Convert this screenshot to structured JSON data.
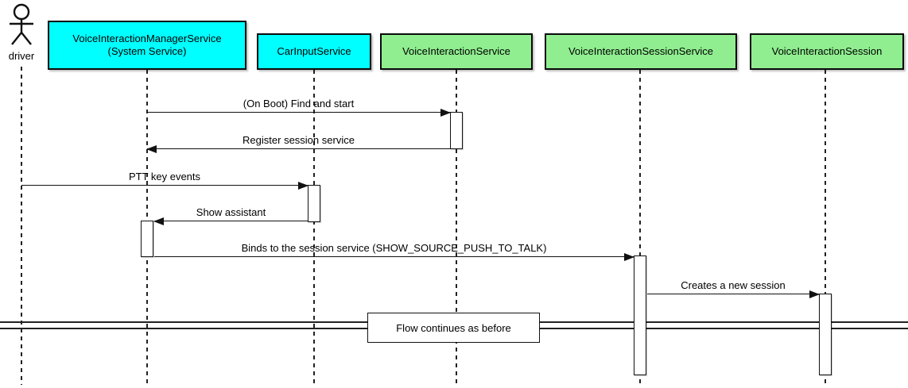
{
  "diagram": {
    "type": "uml-sequence",
    "actor": {
      "label": "driver"
    },
    "participants": [
      {
        "label": "VoiceInteractionManagerService",
        "sublabel": "(System Service)",
        "color": "#00FFFF"
      },
      {
        "label": "CarInputService",
        "color": "#00FFFF"
      },
      {
        "label": "VoiceInteractionService",
        "color": "#90EE90"
      },
      {
        "label": "VoiceInteractionSessionService",
        "color": "#90EE90"
      },
      {
        "label": "VoiceInteractionSession",
        "color": "#90EE90"
      }
    ],
    "messages": [
      {
        "label": "(On Boot) Find and start",
        "from": "VoiceInteractionManagerService",
        "to": "VoiceInteractionService",
        "direction": "right"
      },
      {
        "label": "Register session service",
        "from": "VoiceInteractionService",
        "to": "VoiceInteractionManagerService",
        "direction": "left"
      },
      {
        "label": "PTT key events",
        "from": "driver",
        "to": "CarInputService",
        "direction": "right"
      },
      {
        "label": "Show assistant",
        "from": "CarInputService",
        "to": "VoiceInteractionManagerService",
        "direction": "left"
      },
      {
        "label": "Binds to the session service (SHOW_SOURCE_PUSH_TO_TALK)",
        "from": "VoiceInteractionManagerService",
        "to": "VoiceInteractionSessionService",
        "direction": "right"
      },
      {
        "label": "Creates a new session",
        "from": "VoiceInteractionSessionService",
        "to": "VoiceInteractionSession",
        "direction": "right"
      }
    ],
    "divider": {
      "label": "Flow continues as before"
    },
    "colors": {
      "participant_cyan": "#00FFFF",
      "participant_green": "#90EE90",
      "border": "#000000",
      "background": "#FFFFFF"
    }
  }
}
